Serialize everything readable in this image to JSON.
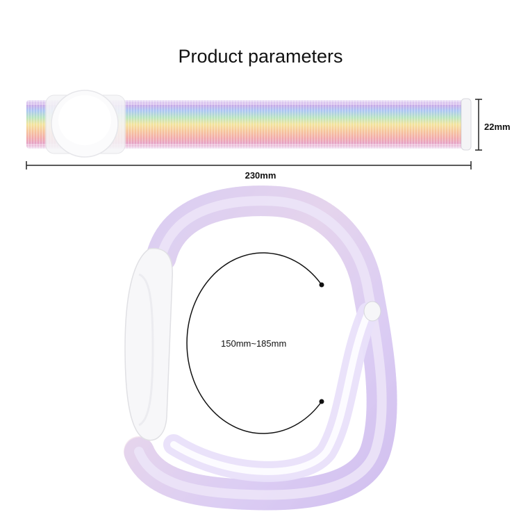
{
  "page": {
    "title": "Product parameters"
  },
  "dimensions": {
    "width_label": "22mm",
    "length_label": "230mm",
    "wrist_range_label": "150mm~185mm"
  },
  "colors": {
    "stripes": [
      "#b487d6",
      "#8fb7f0",
      "#9fd9a7",
      "#f5d66e",
      "#f5a56a",
      "#f08c8c",
      "#e27aa8"
    ],
    "holder": "#f7f7f9",
    "measure_line": "#222222"
  }
}
